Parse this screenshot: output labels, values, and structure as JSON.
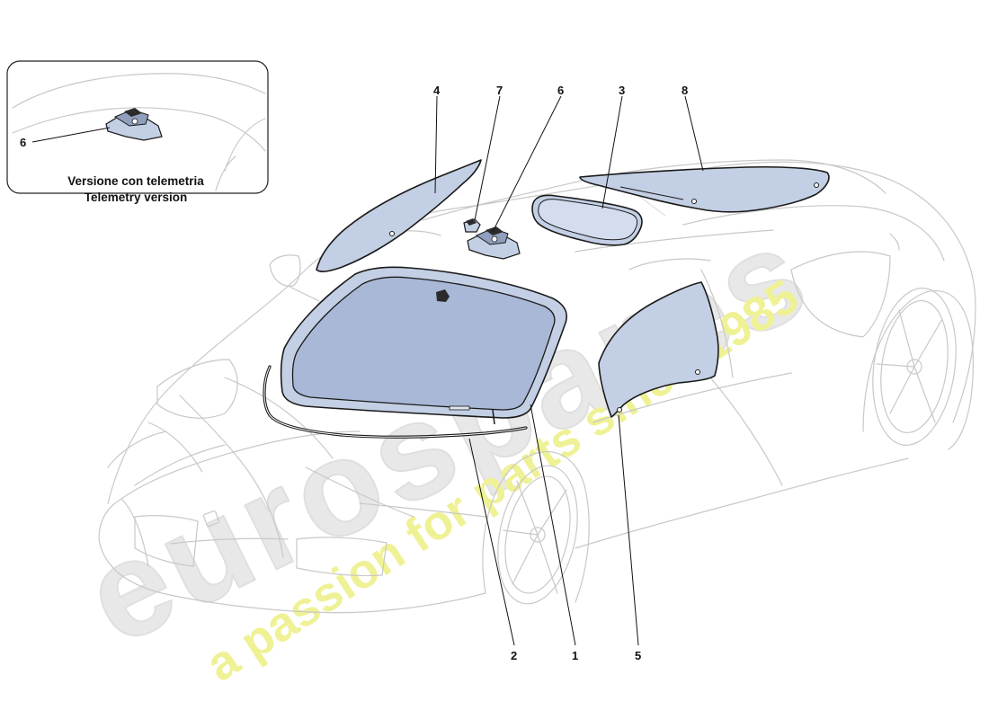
{
  "inset": {
    "line1": "Versione con telemetria",
    "line2": "Telemetry version",
    "callout": "6"
  },
  "callouts": {
    "c1": "1",
    "c2": "2",
    "c3": "3",
    "c4": "4",
    "c5": "5",
    "c6": "6",
    "c7": "7",
    "c8": "8"
  },
  "watermark": {
    "brand": "eurospares",
    "tagline": "a passion for parts since 1985"
  },
  "colors": {
    "glass": "#c3cfe4",
    "outline": "#c8c8c8",
    "watermark_brand": "#e2e2e2",
    "watermark_tagline": "#eef08a"
  }
}
